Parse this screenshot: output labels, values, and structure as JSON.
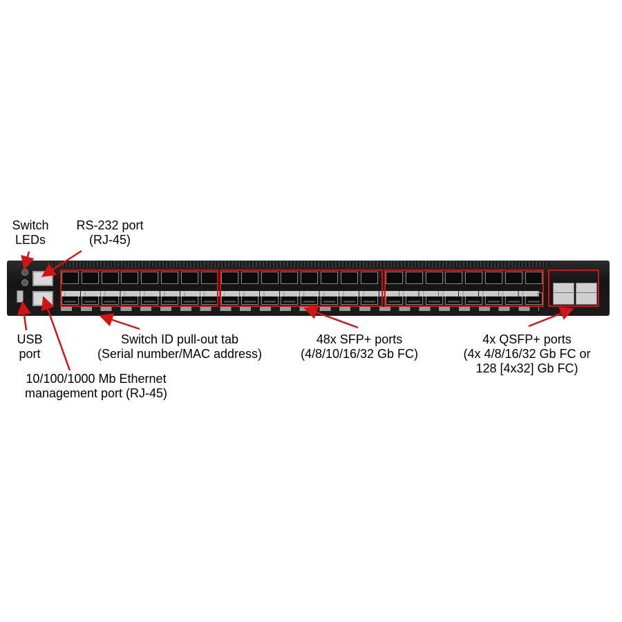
{
  "labels": {
    "switch_leds": [
      "Switch",
      "LEDs"
    ],
    "rs232": [
      "RS-232 port",
      "(RJ-45)"
    ],
    "usb": [
      "USB",
      "port"
    ],
    "ethernet": [
      "10/100/1000 Mb Ethernet",
      "management port (RJ-45)"
    ],
    "pullout": [
      "Switch ID pull-out tab",
      "(Serial number/MAC address)"
    ],
    "sfp": [
      "48x SFP+ ports",
      "(4/8/10/16/32 Gb FC)"
    ],
    "qsfp": [
      "4x QSFP+ ports",
      "(4x 4/8/16/32 Gb FC or",
      "128 [4x32] Gb FC)"
    ]
  },
  "colors": {
    "callout": "#d21414",
    "chassis": "#1b1b1b"
  },
  "counts": {
    "sfp_ports": 48,
    "qsfp_ports": 4
  }
}
